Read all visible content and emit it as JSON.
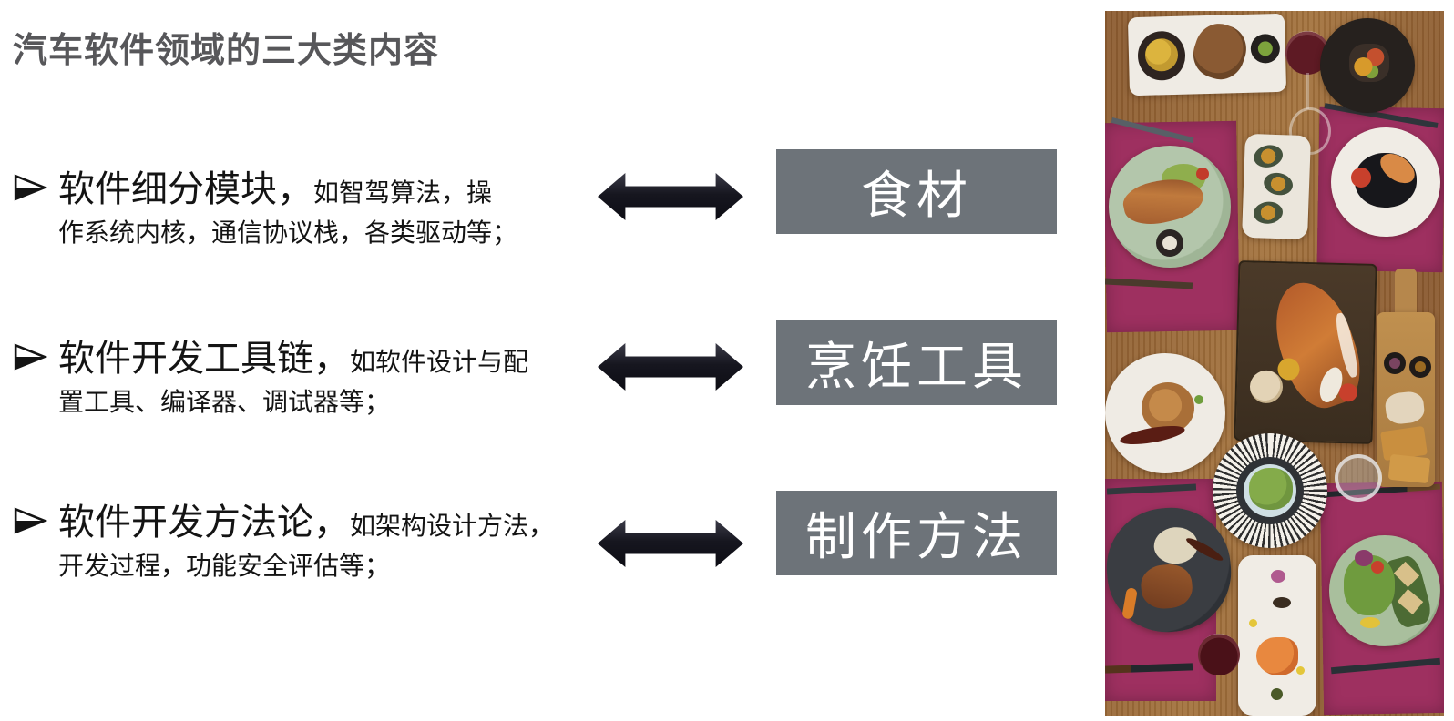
{
  "slide": {
    "title": "汽车软件领域的三大类内容",
    "rows": [
      {
        "lead": "软件细分模块，",
        "detail_line1": "如智驾算法，操",
        "detail_line2": "作系统内核，通信协议栈，各类驱动等；",
        "box_label": "食材"
      },
      {
        "lead": "软件开发工具链，",
        "detail_line1": "如软件设计与配",
        "detail_line2": "置工具、编译器、调试器等；",
        "box_label": "烹饪工具"
      },
      {
        "lead": "软件开发方法论，",
        "detail_line1": "如架构设计方法，",
        "detail_line2": "开发过程，功能安全评估等；",
        "box_label": "制作方法"
      }
    ],
    "colors": {
      "title": "#57575a",
      "body": "#141414",
      "box_bg": "#6d7379",
      "box_text": "#ffffff",
      "arrow_dark": "#16161f",
      "placemat": "#9e3060"
    },
    "photo": {
      "description": "overhead restaurant table with plated dishes"
    }
  }
}
